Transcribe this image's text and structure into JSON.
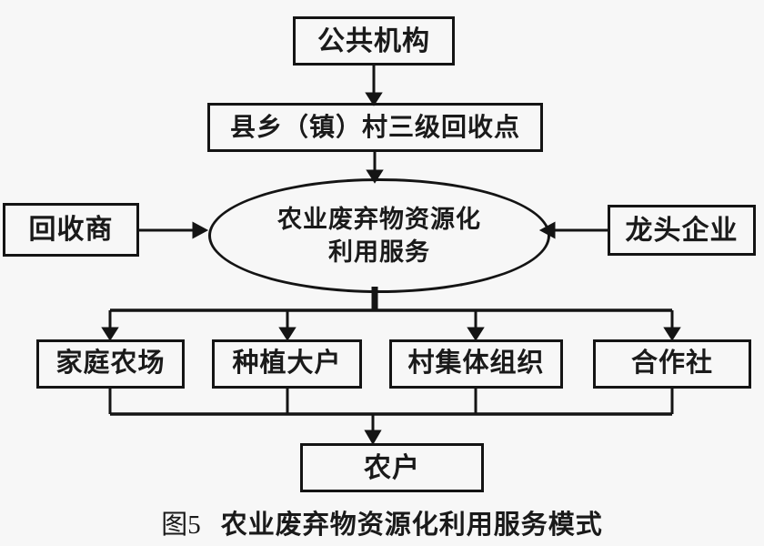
{
  "figure": {
    "background_color": "#f7f7f7",
    "line_color": "#141414",
    "caption": {
      "label": "图5",
      "title": "农业废弃物资源化利用服务模式"
    }
  },
  "nodes": {
    "public_institution": "公共机构",
    "recycle_points": "县乡（镇）村三级回收点",
    "service_hub_line1": "农业废弃物资源化",
    "service_hub_line2": "利用服务",
    "recycler": "回收商",
    "leading_enterprise": "龙头企业",
    "family_farm": "家庭农场",
    "large_grower": "种植大户",
    "village_collective": "村集体组织",
    "cooperative": "合作社",
    "farmer": "农户"
  },
  "edges": [
    {
      "from": "public_institution",
      "to": "recycle_points"
    },
    {
      "from": "recycle_points",
      "to": "service_hub"
    },
    {
      "from": "recycler",
      "to": "service_hub"
    },
    {
      "from": "leading_enterprise",
      "to": "service_hub"
    },
    {
      "from": "service_hub",
      "to": "family_farm"
    },
    {
      "from": "service_hub",
      "to": "large_grower"
    },
    {
      "from": "service_hub",
      "to": "village_collective"
    },
    {
      "from": "service_hub",
      "to": "cooperative"
    },
    {
      "from": "family_farm",
      "to": "farmer"
    },
    {
      "from": "large_grower",
      "to": "farmer"
    },
    {
      "from": "village_collective",
      "to": "farmer"
    },
    {
      "from": "cooperative",
      "to": "farmer"
    }
  ]
}
